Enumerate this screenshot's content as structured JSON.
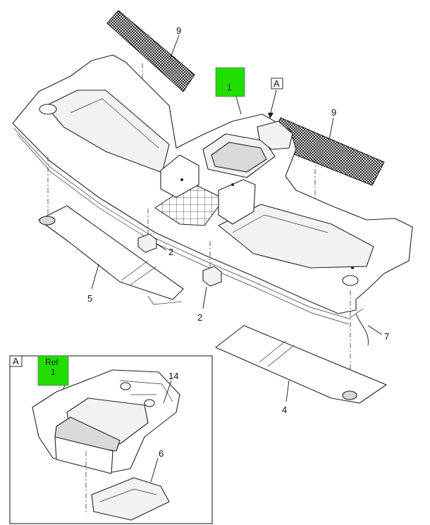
{
  "colors": {
    "callout_box_fill": "#22dd00",
    "line": "#222222",
    "background": "#ffffff"
  },
  "labels": {
    "part_9_top": "9",
    "part_9_right": "9",
    "part_1_callout": "1",
    "view_a_pointer": "A",
    "part_2_upper": "2",
    "part_2_lower": "2",
    "part_5": "5",
    "part_7": "7",
    "part_4": "4",
    "detail_a_tag": "A",
    "detail_ref_line1": "Ref",
    "detail_ref_line2": "1",
    "part_14": "14",
    "part_6": "6"
  }
}
